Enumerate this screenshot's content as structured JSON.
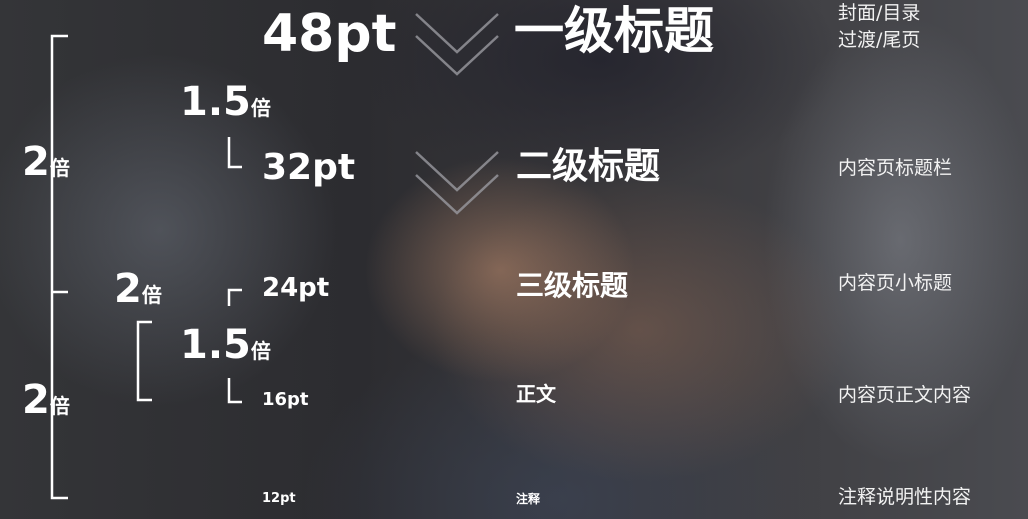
{
  "rows": [
    {
      "pt": "48pt",
      "title": "一级标题",
      "desc_line1": "封面/目录",
      "desc_line2": "过渡/尾页"
    },
    {
      "pt": "32pt",
      "title": "二级标题",
      "desc": "内容页标题栏"
    },
    {
      "pt": "24pt",
      "title": "三级标题",
      "desc": "内容页小标题"
    },
    {
      "pt": "16pt",
      "title": "正文",
      "desc": "内容页正文内容"
    },
    {
      "pt": "12pt",
      "title": "注释",
      "desc": "注释说明性内容"
    }
  ],
  "multipliers": {
    "outer_top": "2",
    "outer_bottom": "2",
    "mid": "2",
    "inner_top": "1.5",
    "inner_bottom": "1.5",
    "unit": "倍"
  },
  "colors": {
    "text": "#ffffff",
    "bracket": "#ffffff",
    "chevron": "#9a9aa0"
  }
}
